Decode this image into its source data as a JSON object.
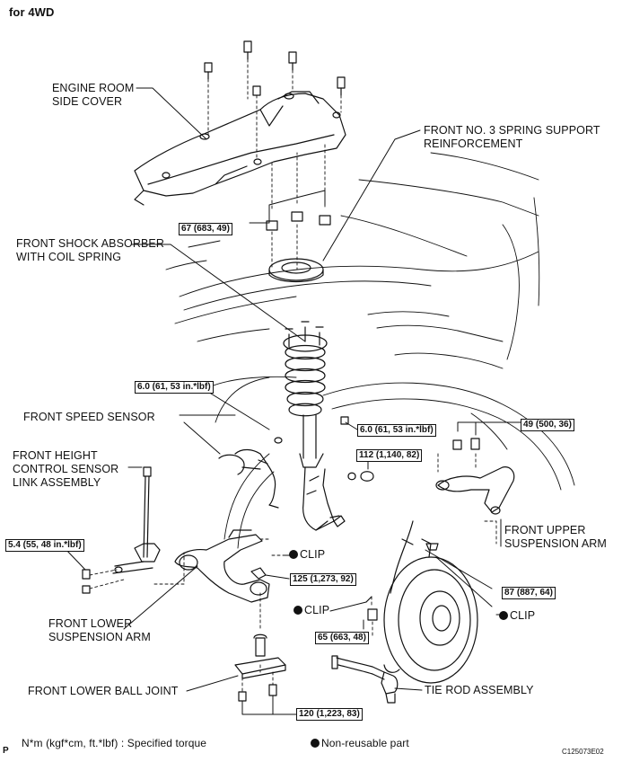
{
  "header": {
    "title": "for 4WD"
  },
  "labels": {
    "engine_cover_1": "ENGINE ROOM",
    "engine_cover_2": "SIDE COVER",
    "spring_support_1": "FRONT NO. 3 SPRING SUPPORT",
    "spring_support_2": "REINFORCEMENT",
    "shock_1": "FRONT SHOCK ABSORBER",
    "shock_2": "WITH COIL SPRING",
    "speed_sensor": "FRONT SPEED SENSOR",
    "height_1": "FRONT HEIGHT",
    "height_2": "CONTROL SENSOR",
    "height_3": "LINK ASSEMBLY",
    "clip_1": "CLIP",
    "clip_2": "CLIP",
    "clip_3": "CLIP",
    "upper_arm_1": "FRONT UPPER",
    "upper_arm_2": "SUSPENSION ARM",
    "lower_arm_1": "FRONT LOWER",
    "lower_arm_2": "SUSPENSION ARM",
    "ball_joint": "FRONT LOWER BALL JOINT",
    "tie_rod": "TIE ROD ASSEMBLY"
  },
  "torques": {
    "t_cover": "67 (683, 49)",
    "t_sensor_left": "6.0 (61, 53 in.*lbf)",
    "t_sensor_right": "6.0 (61, 53 in.*lbf)",
    "t_upper_mount": "49 (500, 36)",
    "t_shock_lower": "112 (1,140, 82)",
    "t_stabilizer": "5.4 (55, 48 in.*lbf)",
    "t_lower_arm": "125 (1,273, 92)",
    "t_upper_ball": "87 (887, 64)",
    "t_tie_rod": "65 (663, 48)",
    "t_ball_joint": "120 (1,223, 83)"
  },
  "legend": {
    "p_mark": "P",
    "torque_legend": "N*m (kgf*cm, ft.*lbf) : Specified torque",
    "nonreusable": "Non-reusable part",
    "code": "C125073E02"
  }
}
